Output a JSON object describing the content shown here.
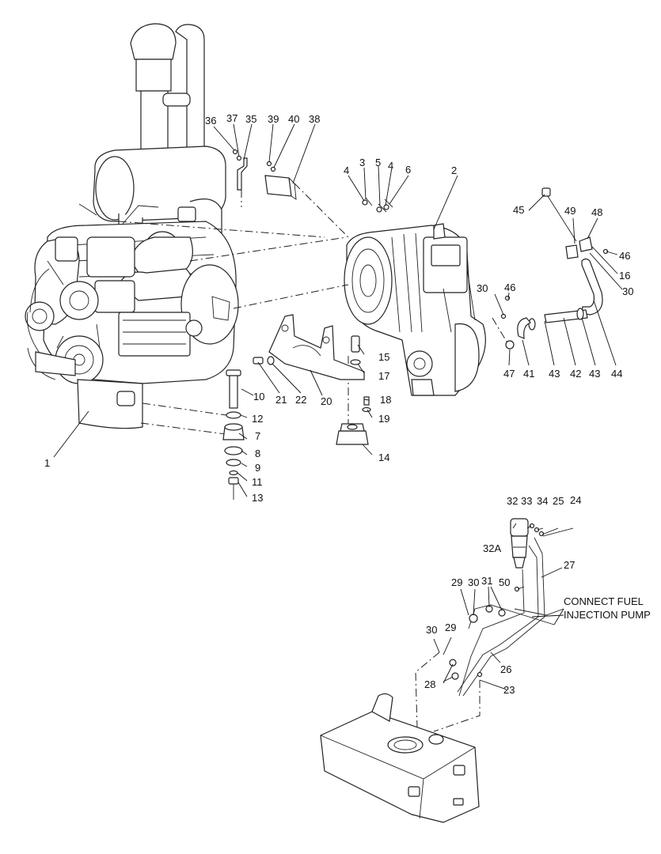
{
  "callouts": [
    {
      "id": "c1",
      "text": "1"
    },
    {
      "id": "c2",
      "text": "2"
    },
    {
      "id": "c3",
      "text": "3"
    },
    {
      "id": "c4a",
      "text": "4"
    },
    {
      "id": "c4b",
      "text": "4"
    },
    {
      "id": "c5",
      "text": "5"
    },
    {
      "id": "c6",
      "text": "6"
    },
    {
      "id": "c7",
      "text": "7"
    },
    {
      "id": "c8",
      "text": "8"
    },
    {
      "id": "c9",
      "text": "9"
    },
    {
      "id": "c10",
      "text": "10"
    },
    {
      "id": "c11",
      "text": "11"
    },
    {
      "id": "c12",
      "text": "12"
    },
    {
      "id": "c13",
      "text": "13"
    },
    {
      "id": "c14",
      "text": "14"
    },
    {
      "id": "c15",
      "text": "15"
    },
    {
      "id": "c16",
      "text": "16"
    },
    {
      "id": "c17",
      "text": "17"
    },
    {
      "id": "c18",
      "text": "18"
    },
    {
      "id": "c19",
      "text": "19"
    },
    {
      "id": "c20",
      "text": "20"
    },
    {
      "id": "c21",
      "text": "21"
    },
    {
      "id": "c22",
      "text": "22"
    },
    {
      "id": "c23",
      "text": "23"
    },
    {
      "id": "c24",
      "text": "24"
    },
    {
      "id": "c25",
      "text": "25"
    },
    {
      "id": "c26",
      "text": "26"
    },
    {
      "id": "c27",
      "text": "27"
    },
    {
      "id": "c28",
      "text": "28"
    },
    {
      "id": "c29a",
      "text": "29"
    },
    {
      "id": "c29b",
      "text": "29"
    },
    {
      "id": "c30a",
      "text": "30"
    },
    {
      "id": "c30b",
      "text": "30"
    },
    {
      "id": "c30c",
      "text": "30"
    },
    {
      "id": "c30d",
      "text": "30"
    },
    {
      "id": "c31",
      "text": "31"
    },
    {
      "id": "c32",
      "text": "32"
    },
    {
      "id": "c32A",
      "text": "32A"
    },
    {
      "id": "c33",
      "text": "33"
    },
    {
      "id": "c34",
      "text": "34"
    },
    {
      "id": "c35",
      "text": "35"
    },
    {
      "id": "c36",
      "text": "36"
    },
    {
      "id": "c37",
      "text": "37"
    },
    {
      "id": "c38",
      "text": "38"
    },
    {
      "id": "c39",
      "text": "39"
    },
    {
      "id": "c40",
      "text": "40"
    },
    {
      "id": "c41",
      "text": "41"
    },
    {
      "id": "c42",
      "text": "42"
    },
    {
      "id": "c43a",
      "text": "43"
    },
    {
      "id": "c43b",
      "text": "43"
    },
    {
      "id": "c44",
      "text": "44"
    },
    {
      "id": "c45",
      "text": "45"
    },
    {
      "id": "c46a",
      "text": "46"
    },
    {
      "id": "c46b",
      "text": "46"
    },
    {
      "id": "c47",
      "text": "47"
    },
    {
      "id": "c48",
      "text": "48"
    },
    {
      "id": "c49",
      "text": "49"
    },
    {
      "id": "c50",
      "text": "50"
    }
  ],
  "note": {
    "line1": "CONNECT FUEL",
    "line2": "INJECTION PUMP"
  }
}
